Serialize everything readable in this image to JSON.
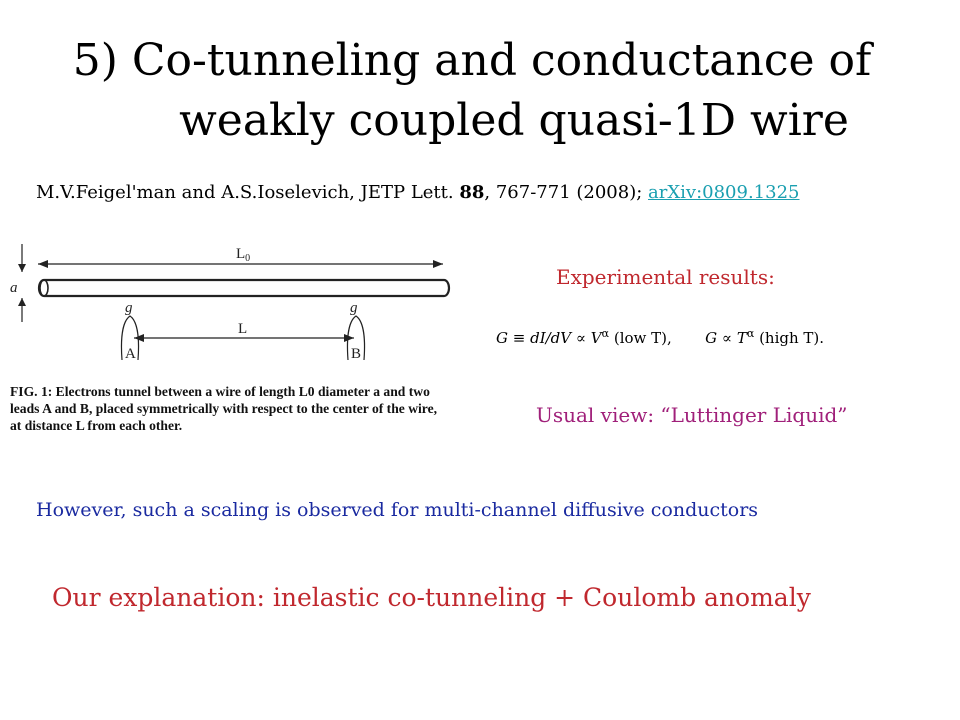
{
  "slide": {
    "title_line1": "5)  Co-tunneling and conductance of",
    "title_line2": "weakly  coupled   quasi-1D wire",
    "citation": {
      "authors": "M.V.Feigel'man and A.S.Ioselevich, JETP Lett. ",
      "volume": "88",
      "pages": ", 767-771 (2008); ",
      "link": "arXiv:0809.1325"
    },
    "figure": {
      "label_L0": "L",
      "label_L0_sub": "0",
      "label_a": "a",
      "label_g_left": "g",
      "label_g_right": "g",
      "label_L": "L",
      "label_A": "A",
      "label_B": "B",
      "caption": "FIG. 1: Electrons tunnel between a wire of length L0 diameter a and two leads A and B, placed symmetrically with respect to the center of the wire, at distance L from each other."
    },
    "experimental_label": "Experimental results:",
    "formula": {
      "part1": "G ≡ dI/dV ∝ V",
      "alpha1": "α",
      "cond1": "(low T),",
      "part2": "G ∝ T",
      "alpha2": "α",
      "cond2": "(high T)."
    },
    "usual_view": "Usual  view:  “Luttinger Liquid”",
    "however": "However,  such a scaling is observed for multi-channel diffusive conductors",
    "explanation": "Our explanation:  inelastic co-tunneling +  Coulomb anomaly"
  },
  "colors": {
    "red": "#c0282e",
    "magenta": "#a0207a",
    "blue": "#1a2aa0",
    "link": "#1a9fb0"
  }
}
